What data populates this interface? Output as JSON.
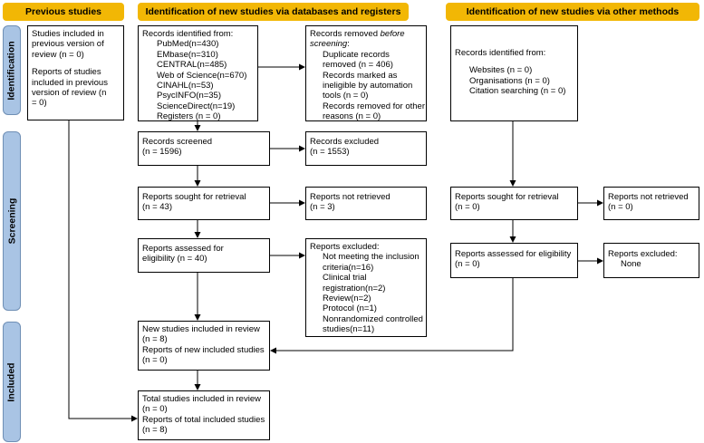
{
  "headers": {
    "previous": "Previous studies",
    "databases": "Identification of new studies via databases and registers",
    "other": "Identification of new studies via other methods"
  },
  "stages": {
    "identification": "Identification",
    "screening": "Screening",
    "included": "Included"
  },
  "previous_box": {
    "line1": "Studies included in",
    "line2": "previous version of",
    "line3": "review (n = 0)",
    "line4": "Reports of studies",
    "line5": "included in previous",
    "line6": "version of review (n",
    "line7": "= 0)"
  },
  "records_identified": {
    "title": "Records identified from:",
    "items": [
      "PubMed(n=430)",
      "EMbase(n=310)",
      "CENTRAL(n=485)",
      "Web of Science(n=670)",
      "CINAHL(n=53)",
      "PsycINFO(n=35)",
      "ScienceDirect(n=19)",
      "Registers (n = 0)"
    ]
  },
  "records_removed": {
    "title_prefix": "Records removed ",
    "title_em": "before",
    "title_line2": "screening",
    "items": [
      "Duplicate records",
      "removed  (n = 406)",
      "Records marked as",
      "ineligible by automation",
      "tools (n = 0)",
      "Records removed for other",
      "reasons (n = 0)"
    ]
  },
  "records_screened": {
    "line1": "Records screened",
    "line2": "(n = 1596)"
  },
  "records_excluded": {
    "line1": "Records excluded",
    "line2": "(n = 1553)"
  },
  "reports_sought_db": {
    "line1": "Reports sought for retrieval",
    "line2": "(n = 43)"
  },
  "reports_not_retrieved_db": {
    "line1": "Reports not retrieved",
    "line2": "(n = 3)"
  },
  "reports_assessed_db": {
    "line1": "Reports assessed for",
    "line2": "eligibility (n = 40)"
  },
  "reports_excluded_db": {
    "title": "Reports excluded:",
    "items": [
      "Not meeting the inclusion",
      "criteria(n=16)",
      "Clinical trial",
      "registration(n=2)",
      "Review(n=2)",
      "Protocol (n=1)",
      "Nonrandomized controlled",
      "studies(n=11)"
    ]
  },
  "new_included": {
    "line1": "New studies included in review",
    "line2": "(n = 8)",
    "line3": "Reports of new included studies",
    "line4": "(n = 0)"
  },
  "total_included": {
    "line1": "Total studies included in review",
    "line2": "(n = 0)",
    "line3": "Reports of total included studies",
    "line4": "(n = 8)"
  },
  "other_identified": {
    "title": "Records identified from:",
    "items": [
      "Websites (n = 0)",
      "Organisations (n = 0)",
      "Citation searching (n = 0)"
    ]
  },
  "reports_sought_other": {
    "line1": "Reports sought for retrieval",
    "line2": "(n = 0)"
  },
  "reports_not_retrieved_other": {
    "line1": "Reports not retrieved",
    "line2": "(n = 0)"
  },
  "reports_assessed_other": {
    "line1": "Reports assessed for eligibility",
    "line2": "(n = 0)"
  },
  "reports_excluded_other": {
    "line1": "Reports excluded:",
    "line2": "None"
  }
}
